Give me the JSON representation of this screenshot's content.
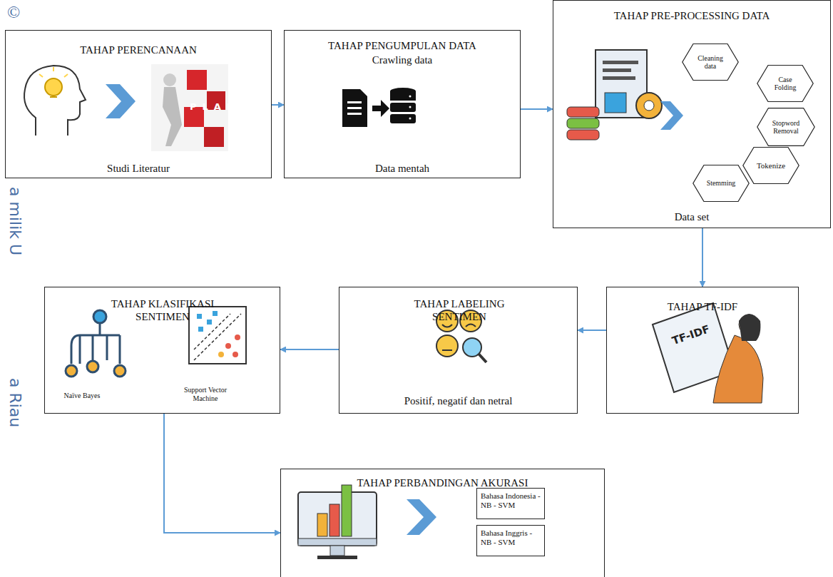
{
  "diagram": {
    "nodes": [
      {
        "text": [
          "TAHAP PERENCANAAN",
          "Studi Literatur"
        ]
      },
      {
        "text": [
          "TAHAP PENGUMPULAN DATA",
          "Crawling data",
          "Data mentah"
        ]
      },
      {
        "text": [
          "TAHAP PRE-PROCESSING DATA",
          "Data set"
        ]
      },
      {
        "text": [
          "Cleaning data"
        ],
        "in": 2
      },
      {
        "text": [
          "Case Folding"
        ],
        "in": 2
      },
      {
        "text": [
          "Stopword Removal"
        ],
        "in": 2
      },
      {
        "text": [
          "Tokenize"
        ],
        "in": 2
      },
      {
        "text": [
          "Stemming"
        ],
        "in": 2
      },
      {
        "text": [
          "TAHAP TF-IDF"
        ]
      },
      {
        "text": [
          "TAHAP LABELING SENTIMEN",
          "Positif, negatif dan netral"
        ]
      },
      {
        "text": [
          "TAHAP KLASIFIKASI SENTIMEN",
          "Naïve Bayes",
          "Support Vector Machine"
        ]
      },
      {
        "text": [
          "TAHAP PERBANDINGAN AKURASI"
        ]
      },
      {
        "text": [
          "Bahasa Indonesia - NB - SVM"
        ],
        "in": 11
      },
      {
        "text": [
          "Bahasa Inggris - NB - SVM"
        ],
        "in": 11
      }
    ],
    "edges": [
      {
        "from": 0,
        "to": 1,
        "arrow": "to"
      },
      {
        "from": 1,
        "to": 2,
        "arrow": "to"
      },
      {
        "from": 2,
        "to": 8,
        "arrow": "to"
      },
      {
        "from": 8,
        "to": 9,
        "arrow": "to"
      },
      {
        "from": 9,
        "to": 10,
        "arrow": "to"
      },
      {
        "from": 10,
        "to": 11,
        "arrow": "to"
      }
    ],
    "labels": [
      "PLAN",
      "TF-IDF",
      "©",
      "a milik U",
      "a Riau"
    ]
  }
}
